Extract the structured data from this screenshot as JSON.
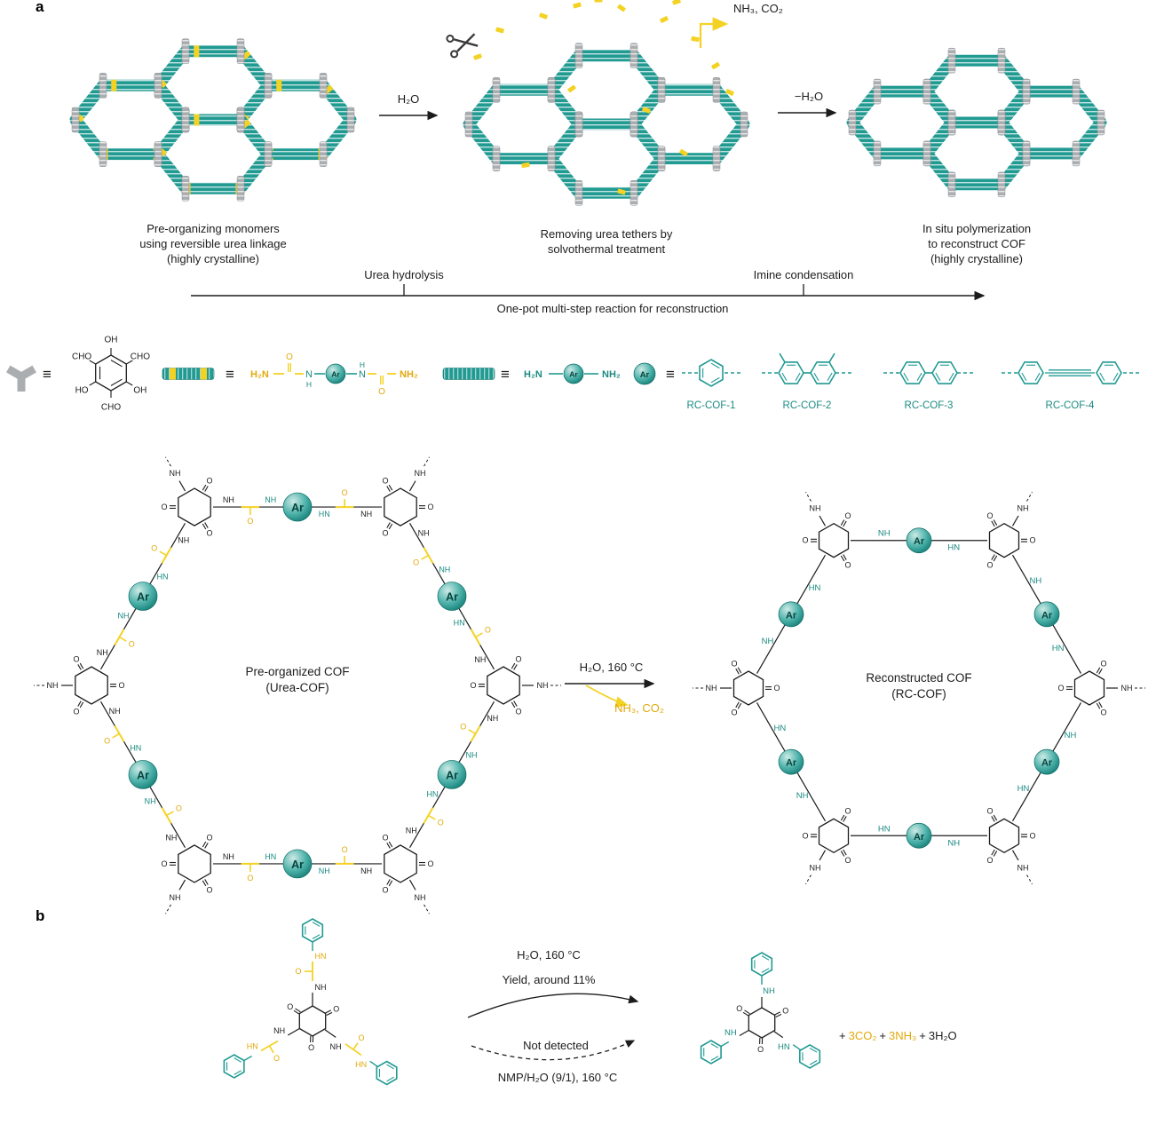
{
  "colors": {
    "teal": "#219a92",
    "teal_dark": "#0d6e68",
    "teal_text": "#1b8a82",
    "yellow": "#f4d224",
    "yellow_text": "#e2a90c",
    "gray": "#abaeb1",
    "gray_dark": "#8f9396",
    "ink": "#1c1c1c"
  },
  "panel_a": {
    "label": "a",
    "caption_1": "Pre-organizing monomers\nusing reversible urea linkage\n(highly crystalline)",
    "caption_2": "Removing urea tethers by\nsolvothermal treatment",
    "caption_3": "In situ polymerization\nto reconstruct COF\n(highly crystalline)",
    "arrow_1_label": "H₂O",
    "arrow_2_label": "−H₂O",
    "gas_label": "NH₃, CO₂",
    "step_1": "Urea hydrolysis",
    "step_2": "Imine condensation",
    "timeline_caption": "One-pot multi-step reaction for reconstruction"
  },
  "legend": {
    "equiv": "≡",
    "tp": {
      "oh": "OH",
      "ho": "HO",
      "cho": "CHO"
    },
    "urea_monomer": {
      "h2n": "H₂N",
      "o": "O",
      "n": "N",
      "h": "H",
      "nh2": "NH₂"
    },
    "diamine": {
      "h2n": "H₂N",
      "nh2": "NH₂"
    },
    "ar": "Ar",
    "cof_names": [
      "RC-COF-1",
      "RC-COF-2",
      "RC-COF-3",
      "RC-COF-4"
    ]
  },
  "macro": {
    "left_title": "Pre-organized COF\n(Urea-COF)",
    "right_title": "Reconstructed COF\n(RC-COF)",
    "arrow_top_label": "H₂O, 160 °C",
    "arrow_bottom_label": "NH₃, CO₂",
    "atoms": {
      "nh": "NH",
      "hn": "HN",
      "o": "O",
      "n": "N",
      "h": "H"
    }
  },
  "panel_b": {
    "label": "b",
    "solid_arrow_line1": "H₂O, 160 °C",
    "solid_arrow_line2": "Yield, around 11%",
    "dashed_arrow_line1": "Not detected",
    "dashed_arrow_line2": "NMP/H₂O (9/1), 160 °C",
    "byproducts": {
      "plus1": "+",
      "term1": "3CO₂",
      "plus2": "+",
      "term2": "3NH₃",
      "plus3": "+",
      "term3": "3H₂O"
    }
  }
}
